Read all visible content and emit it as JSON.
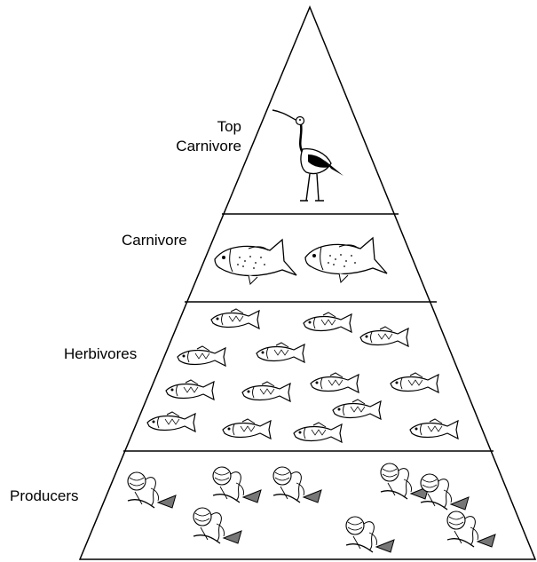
{
  "levels": [
    {
      "label_lines": [
        "Top",
        "Carnivore"
      ],
      "organism": "bird",
      "count": 1
    },
    {
      "label_lines": [
        "Carnivore"
      ],
      "organism": "large-fish",
      "count": 2
    },
    {
      "label_lines": [
        "Herbivores"
      ],
      "organism": "small-fish",
      "count": 14
    },
    {
      "label_lines": [
        "Producers"
      ],
      "organism": "plankton",
      "count": 8
    }
  ],
  "colors": {
    "line": "#000000",
    "background": "#ffffff"
  }
}
